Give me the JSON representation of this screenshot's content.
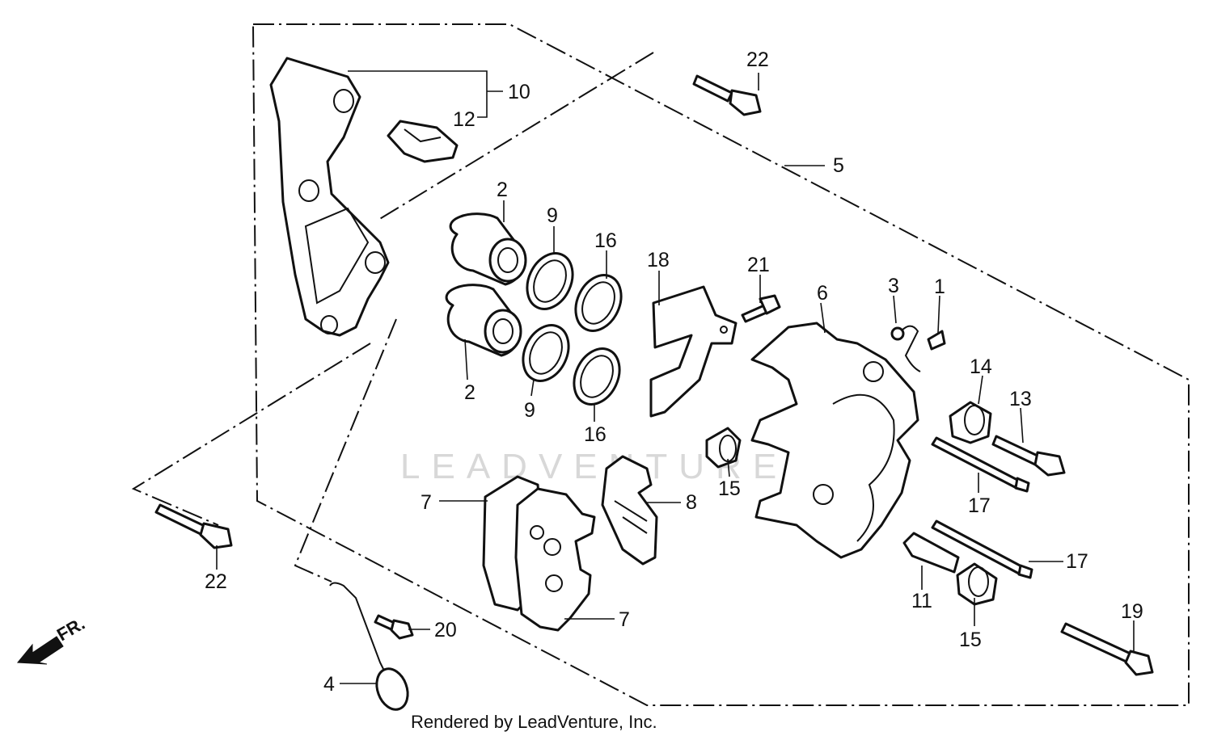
{
  "labels": {
    "p1": "1",
    "p2a": "2",
    "p2b": "2",
    "p3": "3",
    "p4": "4",
    "p5": "5",
    "p6": "6",
    "p7a": "7",
    "p7b": "7",
    "p8": "8",
    "p9a": "9",
    "p9b": "9",
    "p10": "10",
    "p11": "11",
    "p12": "12",
    "p13": "13",
    "p14": "14",
    "p15a": "15",
    "p15b": "15",
    "p16a": "16",
    "p16b": "16",
    "p17a": "17",
    "p17b": "17",
    "p18": "18",
    "p19": "19",
    "p20": "20",
    "p21": "21",
    "p22a": "22",
    "p22b": "22"
  },
  "direction": "FR.",
  "watermark": "LEADVENTURE",
  "footer": "Rendered by LeadVenture, Inc.",
  "icons": {
    "front_arrow": "arrow-left-down-icon"
  }
}
